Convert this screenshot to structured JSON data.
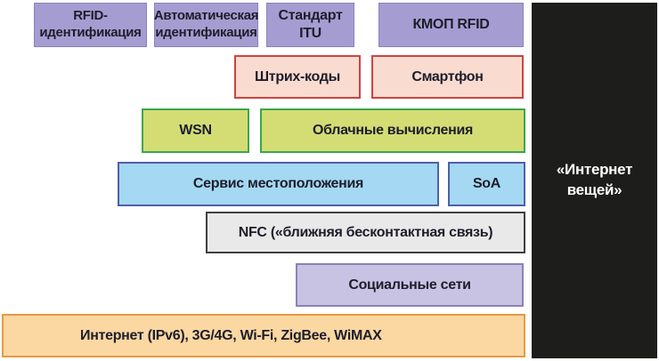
{
  "panel": {
    "label": "«Интернет вещей»"
  },
  "layers": [
    {
      "boxes": [
        {
          "label": "RFID-идентификация"
        },
        {
          "label": "Автоматическая идентификация"
        },
        {
          "label": "Стандарт ITU"
        },
        {
          "label": "КМОП RFID"
        }
      ]
    },
    {
      "boxes": [
        {
          "label": "Штрих-коды"
        },
        {
          "label": "Смартфон"
        }
      ]
    },
    {
      "boxes": [
        {
          "label": "WSN"
        },
        {
          "label": "Облачные вычисления"
        }
      ]
    },
    {
      "boxes": [
        {
          "label": "Сервис местоположения"
        },
        {
          "label": "SoA"
        }
      ]
    },
    {
      "boxes": [
        {
          "label": "NFC («ближняя бесконтактная связь)"
        }
      ]
    },
    {
      "boxes": [
        {
          "label": "Социальные сети"
        }
      ]
    },
    {
      "boxes": [
        {
          "label": "Интернет (IPv6),  3G/4G, Wi-Fi, ZigBee, WiMAX"
        }
      ]
    }
  ],
  "palette": {
    "background": "#ffffff",
    "label_text": "#1d1d2b",
    "purple_fill": "#a59dd1",
    "purple_border": "#8b83ba",
    "pink_fill": "#fadbd0",
    "pink_border": "#cc4541",
    "green_fill": "#d3dd74",
    "green_border": "#3ba64c",
    "blue_fill": "#a5d8f2",
    "blue_border": "#4f5fa8",
    "gray_fill": "#e9e9e9",
    "gray_border": "#3f3f3f",
    "lavender_fill": "#c9c3e3",
    "lavender_border": "#8a82b8",
    "orange_fill": "#fbd7a2",
    "orange_border": "#e89a40",
    "panel_bg": "#1d1d1b",
    "panel_text": "#ffffff"
  }
}
